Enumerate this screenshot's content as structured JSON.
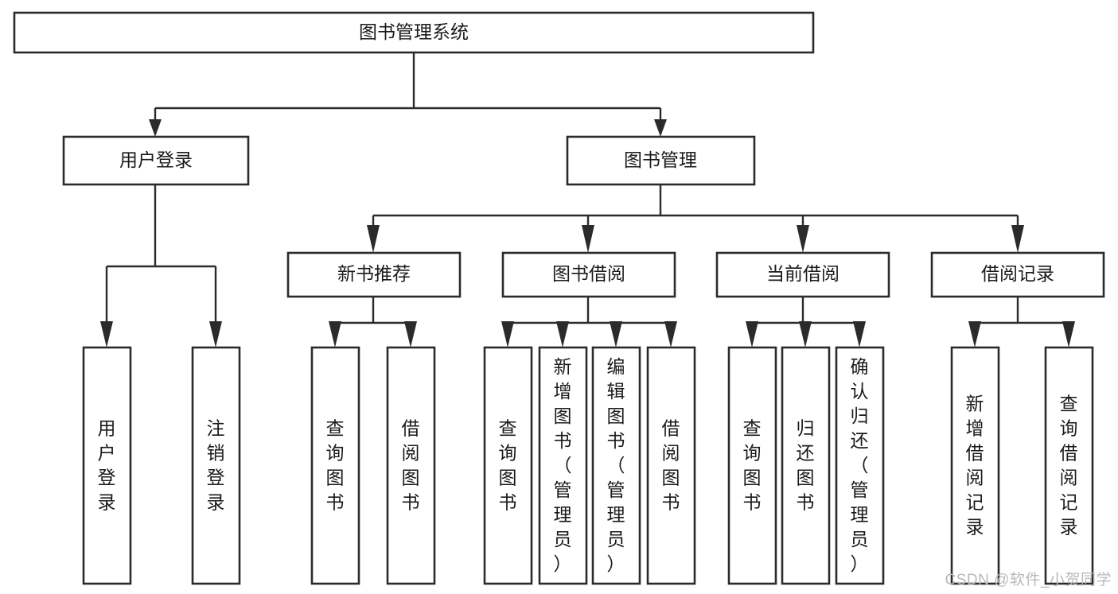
{
  "diagram": {
    "type": "tree-hierarchy-chart",
    "title": "图书管理系统",
    "orientation": "top-down",
    "box_fill": "#ffffff",
    "box_stroke": "#2b2b2b",
    "text_color": "#1a1a1a",
    "levels": [
      {
        "level": 1,
        "nodes": [
          {
            "id": "root",
            "label": "图书管理系统",
            "text_orientation": "horizontal"
          }
        ]
      },
      {
        "level": 2,
        "nodes": [
          {
            "id": "user-login",
            "label": "用户登录",
            "text_orientation": "horizontal",
            "parent": "root"
          },
          {
            "id": "book-manage",
            "label": "图书管理",
            "text_orientation": "horizontal",
            "parent": "root"
          }
        ]
      },
      {
        "level": 3,
        "nodes": [
          {
            "id": "new-book-rec",
            "label": "新书推荐",
            "text_orientation": "horizontal",
            "parent": "book-manage"
          },
          {
            "id": "book-borrow",
            "label": "图书借阅",
            "text_orientation": "horizontal",
            "parent": "book-manage"
          },
          {
            "id": "current-borrow",
            "label": "当前借阅",
            "text_orientation": "horizontal",
            "parent": "book-manage"
          },
          {
            "id": "borrow-record",
            "label": "借阅记录",
            "text_orientation": "horizontal",
            "parent": "book-manage"
          }
        ]
      },
      {
        "level": 4,
        "nodes": [
          {
            "id": "leaf-user-login",
            "label": "用户登录",
            "text_orientation": "vertical",
            "parent": "user-login"
          },
          {
            "id": "leaf-logout",
            "label": "注销登录",
            "text_orientation": "vertical",
            "parent": "user-login"
          },
          {
            "id": "leaf-query-book-1",
            "label": "查询图书",
            "text_orientation": "vertical",
            "parent": "new-book-rec"
          },
          {
            "id": "leaf-borrow-book-1",
            "label": "借阅图书",
            "text_orientation": "vertical",
            "parent": "new-book-rec"
          },
          {
            "id": "leaf-query-book-2",
            "label": "查询图书",
            "text_orientation": "vertical",
            "parent": "book-borrow"
          },
          {
            "id": "leaf-add-book",
            "label": "新增图书（管理员）",
            "text_orientation": "vertical",
            "parent": "book-borrow"
          },
          {
            "id": "leaf-edit-book",
            "label": "编辑图书（管理员）",
            "text_orientation": "vertical",
            "parent": "book-borrow"
          },
          {
            "id": "leaf-borrow-book-2",
            "label": "借阅图书",
            "text_orientation": "vertical",
            "parent": "book-borrow"
          },
          {
            "id": "leaf-query-book-3",
            "label": "查询图书",
            "text_orientation": "vertical",
            "parent": "current-borrow"
          },
          {
            "id": "leaf-return-book",
            "label": "归还图书",
            "text_orientation": "vertical",
            "parent": "current-borrow"
          },
          {
            "id": "leaf-confirm-return",
            "label": "确认归还（管理员）",
            "text_orientation": "vertical",
            "parent": "current-borrow"
          },
          {
            "id": "leaf-add-record",
            "label": "新增借阅记录",
            "text_orientation": "vertical",
            "parent": "borrow-record"
          },
          {
            "id": "leaf-query-record",
            "label": "查询借阅记录",
            "text_orientation": "vertical",
            "parent": "borrow-record"
          }
        ]
      }
    ]
  },
  "watermark": {
    "text": "CSDN @软件_小贺同学",
    "color": "#b9b9b9"
  }
}
